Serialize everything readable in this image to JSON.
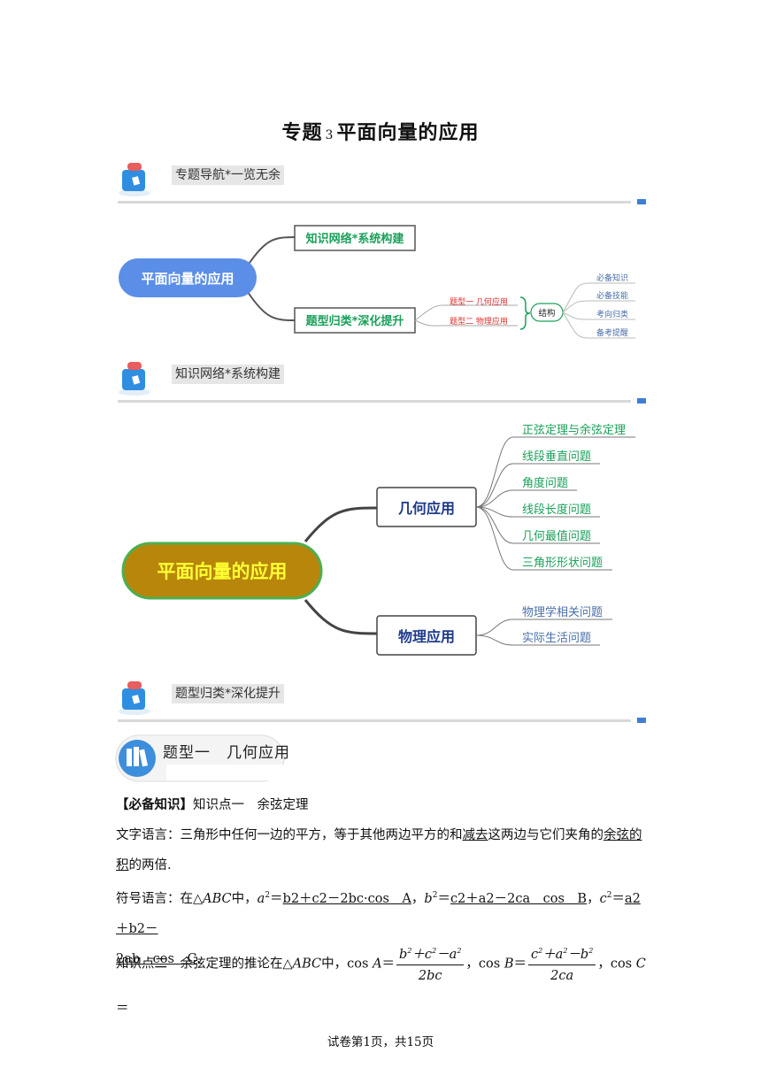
{
  "title": {
    "prefix": "专题",
    "num": "3",
    "text": "平面向量的应用"
  },
  "sections": [
    {
      "label": "专题导航*一览无余"
    },
    {
      "label": "知识网络*系统构建"
    },
    {
      "label": "题型归类*深化提升"
    }
  ],
  "nav_map": {
    "root": "平面向量的应用",
    "branch1": "知识网络*系统构建",
    "branch2": "题型归类*深化提升",
    "types": [
      "题型一 几何应用",
      "题型二 物理应用"
    ],
    "structure": "结构",
    "leaves": [
      "必备知识",
      "必备技能",
      "考向归类",
      "备考提醒"
    ]
  },
  "knowledge_map": {
    "root": "平面向量的应用",
    "geo": "几何应用",
    "phys": "物理应用",
    "geo_items": [
      "正弦定理与余弦定理",
      "线段垂直问题",
      "角度问题",
      "线段长度问题",
      "几何最值问题",
      "三角形形状问题"
    ],
    "phys_items": [
      "物理学相关问题",
      "实际生活问题"
    ]
  },
  "type_banner": "题型一　几何应用",
  "content": {
    "p1_head": "【必备知识】",
    "p1_rest": "知识点一　余弦定理",
    "p2_a": "文字语言：三角形中任何一边的平方，等于其他两边平方的和",
    "p2_u1": "减去",
    "p2_b": "这两边与它们夹角的",
    "p2_u2": "余弦",
    "p2_u3": "的积",
    "p2_c": "的两倍.",
    "p3_a": "符号语言：在△",
    "p3_abc": "ABC",
    "p3_b": "中，",
    "p3_f1": "b2＋c2－2bc·cos　A",
    "p3_f2": "c2＋a2－2ca　cos　B",
    "p3_f3a": "a2＋b2－",
    "p3_f3b": "2ab　cos　C",
    "p4_a": "知识点二　余弦定理的推论在△",
    "p4_abc": "ABC",
    "p4_b": "中，cos ",
    "p4_cosb": "，cos ",
    "p4_cosc": "，cos "
  },
  "footer": "试卷第1页，共15页"
}
